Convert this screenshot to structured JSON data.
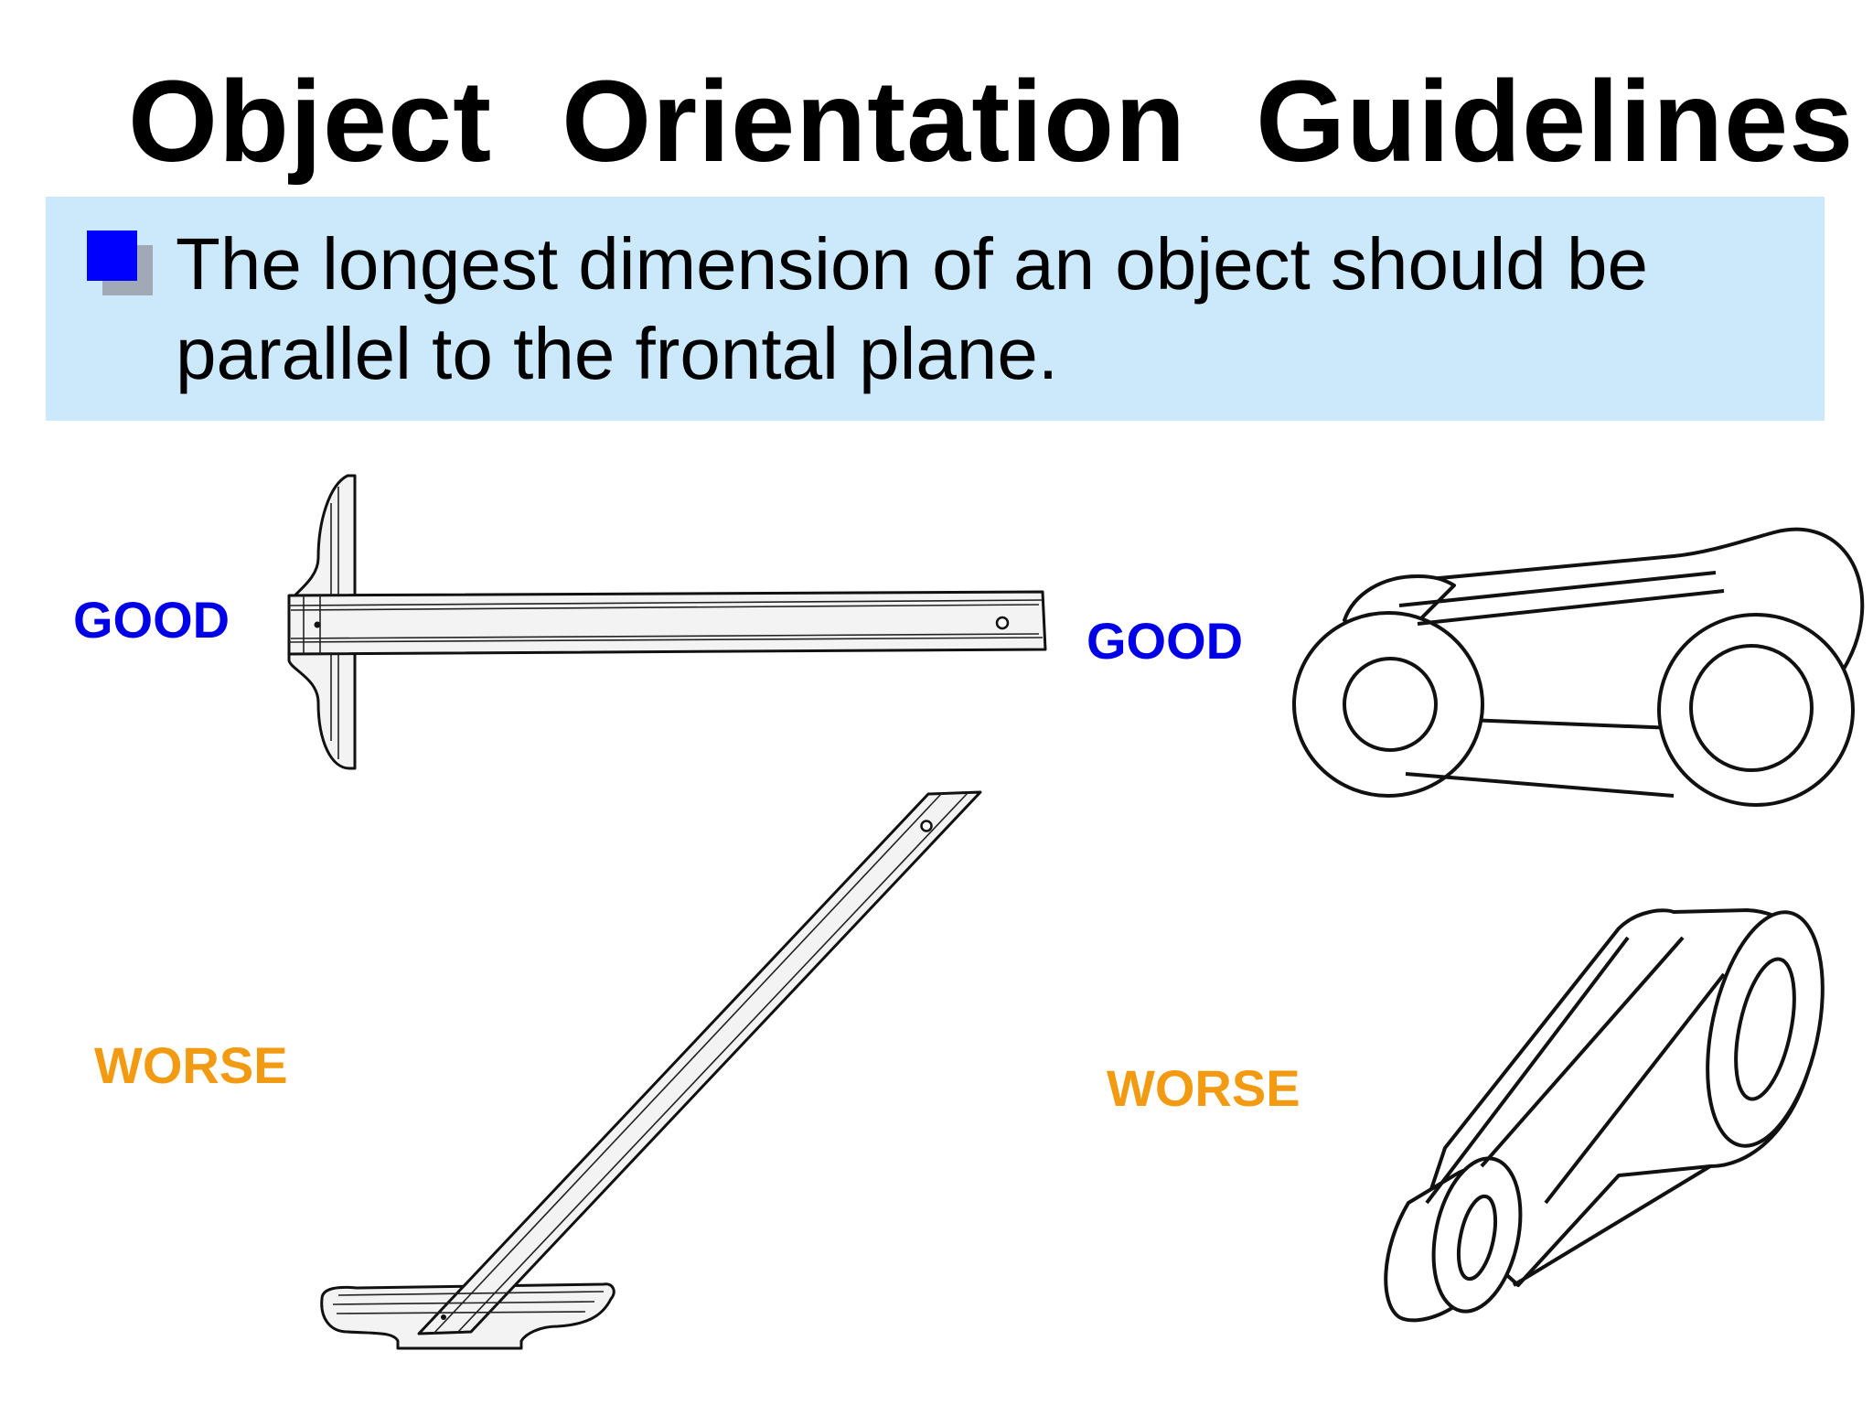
{
  "title": "Object  Orientation  Guidelines",
  "guideline": {
    "text": "The longest dimension of an object should be parallel to the frontal plane."
  },
  "figures": {
    "tsquare_horizontal_label": "GOOD",
    "tsquare_diagonal_label": "WORSE",
    "link_horizontal_label": "GOOD",
    "link_tilted_label": "WORSE"
  },
  "colors": {
    "good": "#0000e6",
    "worse": "#f29b12",
    "callout_bg": "#cce9fb",
    "bullet": "#0000ff"
  }
}
